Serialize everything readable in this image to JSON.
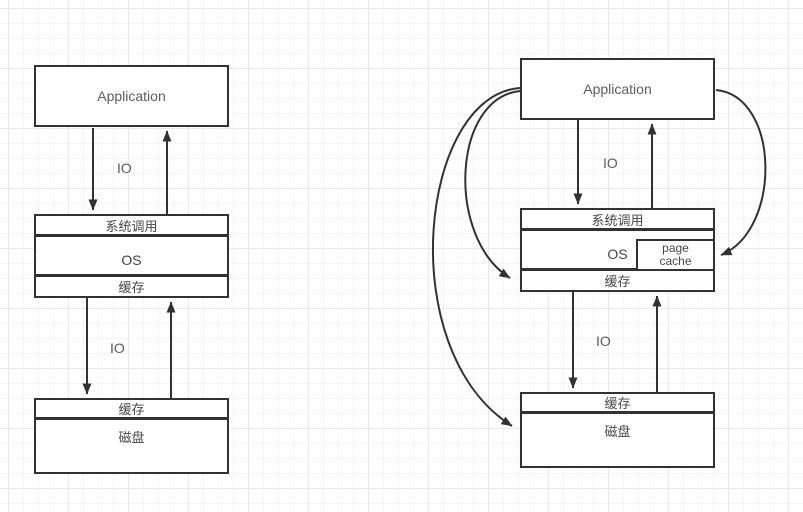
{
  "colors": {
    "line": "#323232",
    "text_chinese": "#474747",
    "text_latin": "#5d5d5d",
    "box_fill": "#ffffff",
    "grid_major": "#e9e9e9",
    "grid_minor": "#f5f5f5"
  },
  "left_diagram": {
    "application_label": "Application",
    "io_top": "IO",
    "io_bottom": "IO",
    "os_box": {
      "header": "系统调用",
      "body": "OS",
      "footer": "缓存"
    },
    "disk_box": {
      "header": "缓存",
      "body": "磁盘"
    }
  },
  "right_diagram": {
    "application_label": "Application",
    "io_top": "IO",
    "io_bottom": "IO",
    "os_box": {
      "header": "系统调用",
      "body": "OS",
      "page_cache": "page cache",
      "footer": "缓存"
    },
    "disk_box": {
      "header": "缓存",
      "body": "磁盘"
    }
  }
}
